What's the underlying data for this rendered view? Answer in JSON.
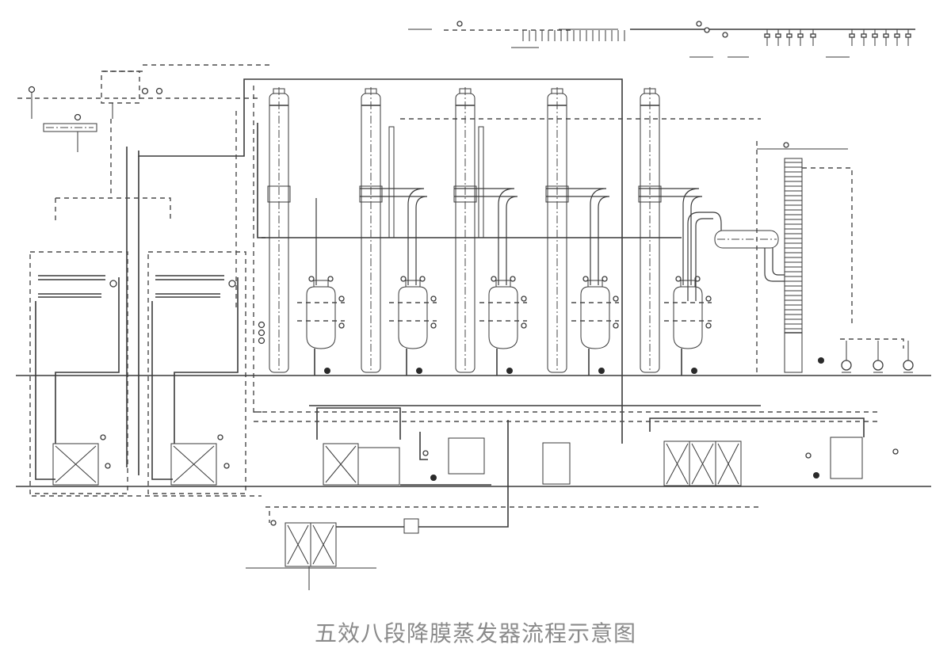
{
  "caption": "五效八段降膜蒸发器流程示意图",
  "diagram": {
    "type": "process-flow-diagram",
    "evaporator_effects": 5,
    "stages": 8,
    "components": {
      "falling_film_columns": 5,
      "separators": 5,
      "preheater_units": 2,
      "condenser_column": 1,
      "surface_condenser": 1,
      "vacuum_pumps": 3,
      "plate_heat_exchangers": [
        "left-1",
        "left-2",
        "center",
        "right-triple",
        "bottom"
      ]
    },
    "colors": {
      "line": "#3a3a3a",
      "caption": "#8a8a8a",
      "background": "#ffffff"
    }
  }
}
